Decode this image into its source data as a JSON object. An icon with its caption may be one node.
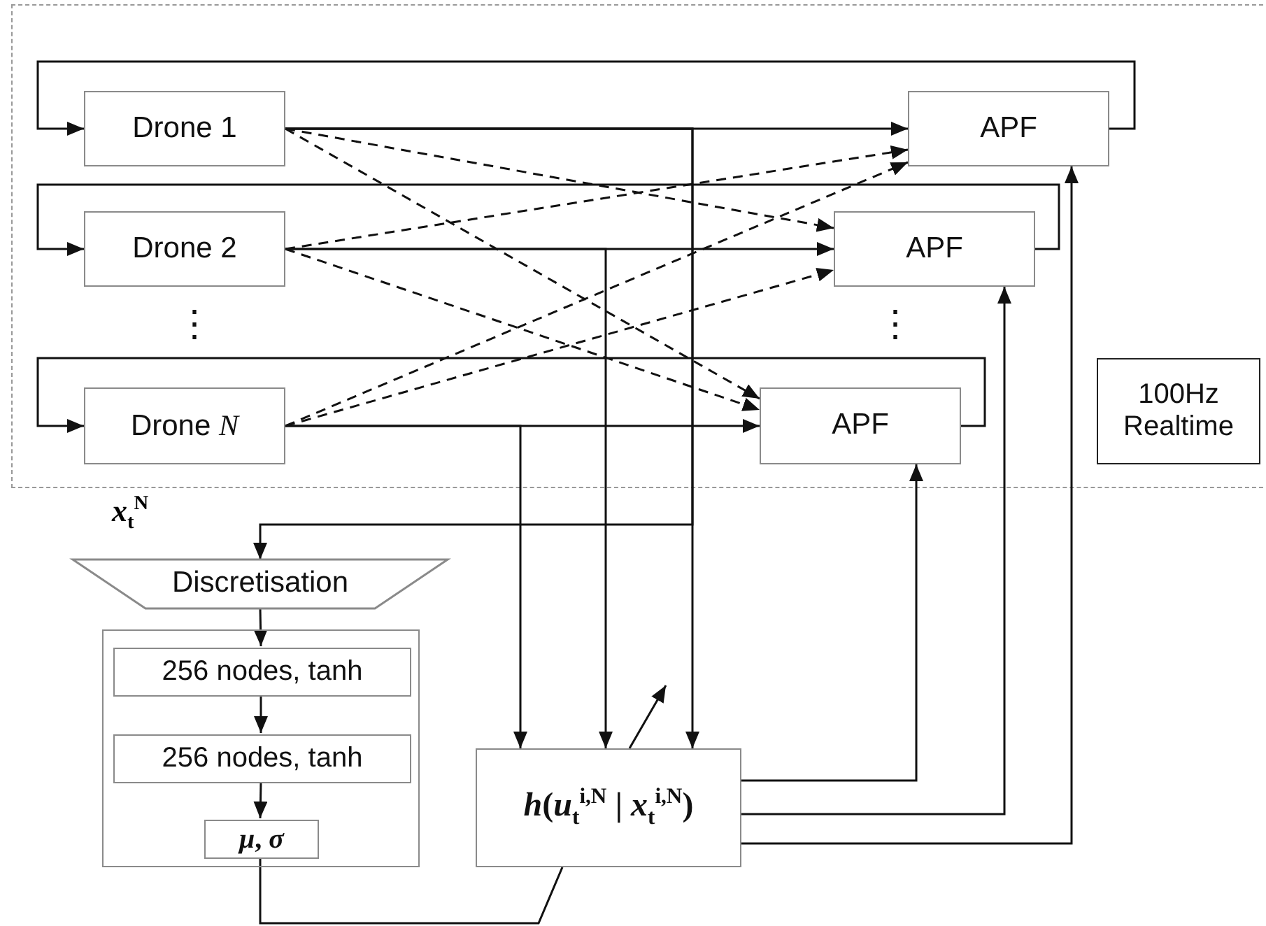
{
  "diagram": {
    "nodes": [
      {
        "text": [
          "Drone 1"
        ]
      },
      {
        "text": [
          "Drone 2"
        ]
      },
      {
        "text": [
          "Drone *N*"
        ]
      },
      {
        "text": [
          "APF"
        ]
      },
      {
        "text": [
          "APF"
        ]
      },
      {
        "text": [
          "APF"
        ]
      },
      {
        "text": [
          "100Hz Realtime"
        ]
      },
      {
        "text": [
          "Discretisation"
        ]
      },
      {
        "text": [],
        "shape": "box"
      },
      {
        "text": [
          "256 nodes, tanh"
        ],
        "in": 8
      },
      {
        "text": [
          "256 nodes, tanh"
        ],
        "in": 8
      },
      {
        "text": [
          "*μ*, *σ*"
        ],
        "in": 8
      },
      {
        "text": [
          "*h*(*u*$_{t}$$^{i,N}$ | *x*$_{t}$$^{i,N}$)"
        ]
      }
    ],
    "edges": [
      {
        "from": 3,
        "to": 0,
        "arrow": "to"
      },
      {
        "from": 4,
        "to": 1,
        "arrow": "to"
      },
      {
        "from": 5,
        "to": 2,
        "arrow": "to"
      },
      {
        "from": 0,
        "to": 3,
        "arrow": "to"
      },
      {
        "from": 1,
        "to": 4,
        "arrow": "to"
      },
      {
        "from": 2,
        "to": 5,
        "arrow": "to"
      },
      {
        "from": 0,
        "to": 4,
        "arrow": "to",
        "style": "dashed"
      },
      {
        "from": 0,
        "to": 5,
        "arrow": "to",
        "style": "dashed"
      },
      {
        "from": 1,
        "to": 3,
        "arrow": "to",
        "style": "dashed"
      },
      {
        "from": 1,
        "to": 5,
        "arrow": "to",
        "style": "dashed"
      },
      {
        "from": 2,
        "to": 3,
        "arrow": "to",
        "style": "dashed"
      },
      {
        "from": 2,
        "to": 4,
        "arrow": "to",
        "style": "dashed"
      },
      {
        "from": 0,
        "to": 12,
        "arrow": "to"
      },
      {
        "from": 1,
        "to": 12,
        "arrow": "to"
      },
      {
        "from": 2,
        "to": 12,
        "arrow": "to"
      },
      {
        "from": 0,
        "to": 7,
        "arrow": "to",
        "label": "*x*$_{t}$$^{N}$"
      },
      {
        "from": 7,
        "to": 9,
        "arrow": "to"
      },
      {
        "from": 9,
        "to": 10,
        "arrow": "to"
      },
      {
        "from": 10,
        "to": 11,
        "arrow": "to"
      },
      {
        "from": 11,
        "to": 12,
        "arrow": "none"
      },
      {
        "from": 12,
        "to": null,
        "arrow": "to"
      },
      {
        "from": 12,
        "to": 5,
        "arrow": "to"
      },
      {
        "from": 12,
        "to": 4,
        "arrow": "to"
      },
      {
        "from": 12,
        "to": 3,
        "arrow": "to"
      }
    ],
    "labels": [
      "⋮",
      "⋮"
    ]
  }
}
